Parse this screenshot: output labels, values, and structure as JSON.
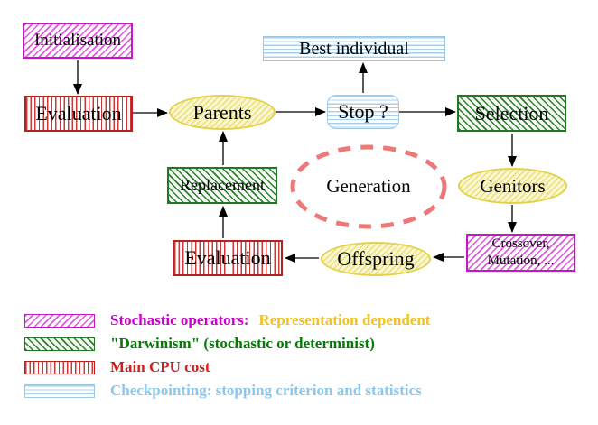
{
  "nodes": {
    "initialisation": "Initialisation",
    "evaluation_top": "Evaluation",
    "parents": "Parents",
    "best_individual": "Best individual",
    "stop": "Stop ?",
    "selection": "Selection",
    "genitors": "Genitors",
    "replacement": "Replacement",
    "evaluation_bottom": "Evaluation",
    "offspring": "Offspring",
    "crossover_line1": "Crossover,",
    "crossover_line2": "Mutation, ...",
    "generation": "Generation"
  },
  "legend": {
    "stochastic_label": "Stochastic operators:",
    "stochastic_note": "Representation dependent",
    "darwinism": "\"Darwinism\" (stochastic or determinist)",
    "cpu": "Main CPU cost",
    "checkpointing": "Checkpointing: stopping criterion and statistics"
  },
  "colors": {
    "magenta": "#cc00cc",
    "green_hatch": "#1f7a1f",
    "legend_green_text": "#067806",
    "red": "#b52222",
    "legend_red_text": "#cc2020",
    "light_blue": "#9cc7e6",
    "legend_blue_text": "#8cc6ea",
    "yellow_border": "#e3d24b",
    "gold_text": "#f2c21e",
    "salmon_dashed": "#ee7777",
    "arrow_black": "#000000"
  }
}
